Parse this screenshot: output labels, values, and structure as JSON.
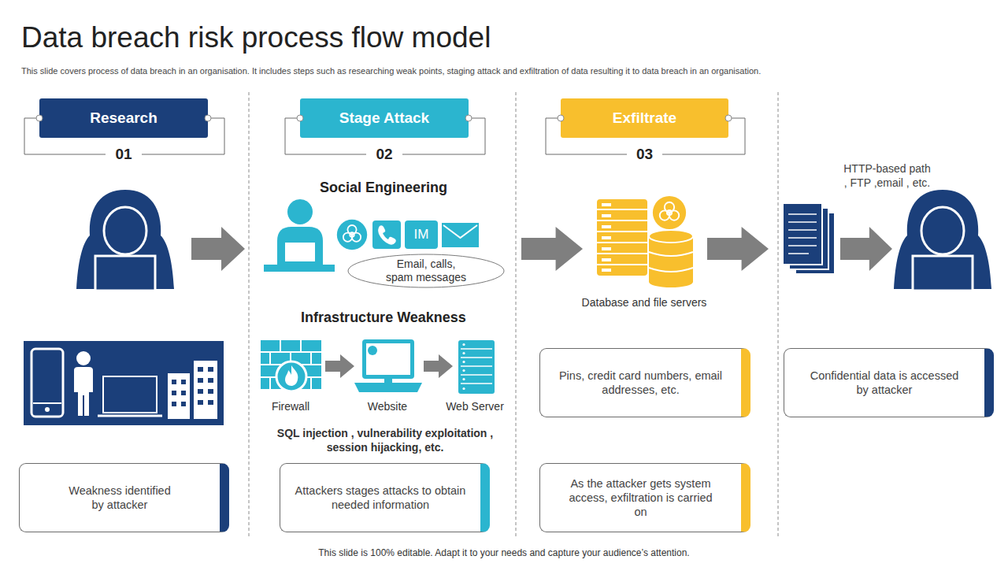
{
  "diagram": {
    "title": "Data breach risk process flow model",
    "caption": "This slide covers process of data breach in an organisation. It includes steps such as researching weak points, staging attack and exfiltration of data resulting it to data breach in an organisation.",
    "nodes": [
      {
        "text": [
          "Research",
          "01"
        ]
      },
      {
        "text": [
          "Stage Attack",
          "02"
        ]
      },
      {
        "text": [
          "Exfiltrate",
          "03"
        ]
      },
      {
        "text": [
          "Email, calls, spam messages"
        ]
      },
      {
        "text": [
          "Pins, credit card numbers, email addresses, etc."
        ]
      },
      {
        "text": [
          "Confidential data is accessed by attacker"
        ]
      },
      {
        "text": [
          "Weakness identified by attacker"
        ]
      },
      {
        "text": [
          "Attackers stages attacks to obtain needed information"
        ]
      },
      {
        "text": [
          "As the attacker gets system access, exfiltration is carried on"
        ]
      }
    ],
    "labels": [
      "Social Engineering",
      "IM",
      "Infrastructure Weakness",
      "Firewall",
      "Website",
      "Web Server",
      "SQL injection , vulnerability exploitation , session hijacking, etc.",
      "Database and file servers",
      "HTTP-based path , FTP ,email , etc.",
      "This slide is 100% editable. Adapt it to your needs and capture your audience’s attention."
    ]
  }
}
